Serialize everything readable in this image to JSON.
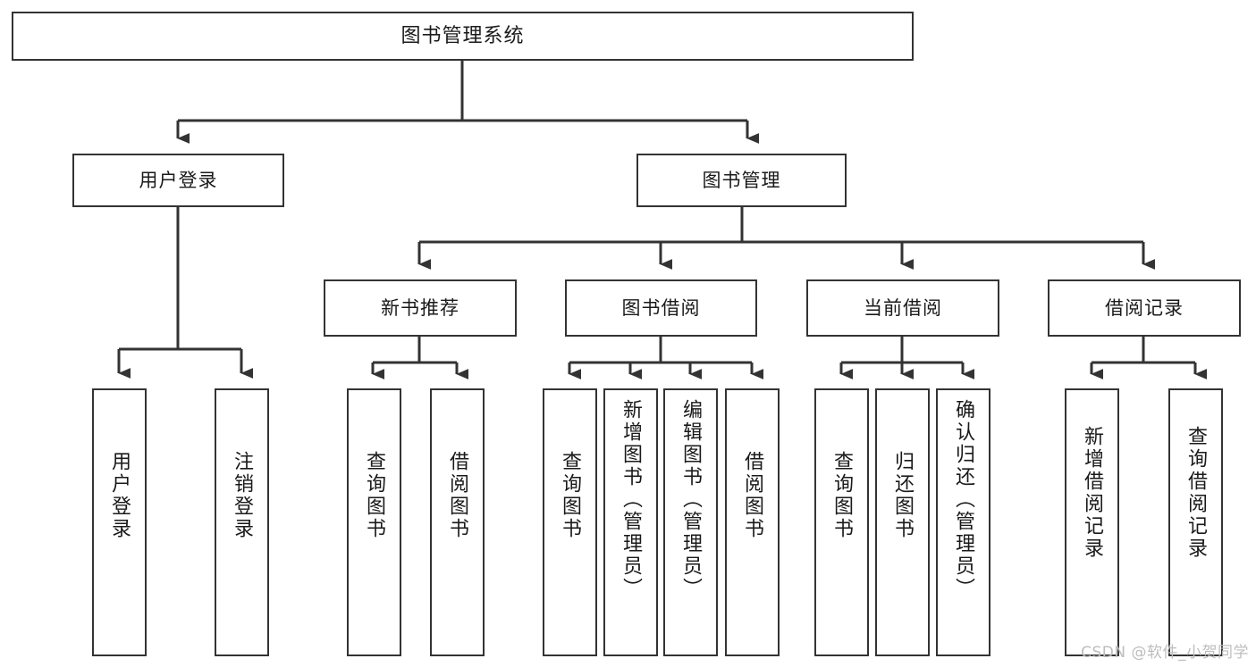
{
  "diagram": {
    "title": "图书管理系统",
    "type": "tree",
    "watermark": "CSDN @软件_小贺同学",
    "colors": {
      "stroke": "#333333",
      "fill": "#ffffff",
      "text": "#1a1a1a",
      "watermark": "#bdbdbd"
    },
    "nodes": {
      "root": {
        "label": "图书管理系统"
      },
      "level2": [
        {
          "id": "user-login",
          "label": "用户登录"
        },
        {
          "id": "book-manage",
          "label": "图书管理"
        }
      ],
      "level3": [
        {
          "id": "new-book-recommend",
          "label": "新书推荐"
        },
        {
          "id": "book-borrow",
          "label": "图书借阅"
        },
        {
          "id": "current-borrow",
          "label": "当前借阅"
        },
        {
          "id": "borrow-record",
          "label": "借阅记录"
        }
      ],
      "leaves": {
        "user_login": [
          {
            "id": "leaf-user-login",
            "label": "用户登录"
          },
          {
            "id": "leaf-logout-login",
            "label": "注销登录"
          }
        ],
        "new_book_recommend": [
          {
            "id": "leaf-query-book-1",
            "label": "查询图书"
          },
          {
            "id": "leaf-borrow-book-1",
            "label": "借阅图书"
          }
        ],
        "book_borrow": [
          {
            "id": "leaf-query-book-2",
            "label": "查询图书"
          },
          {
            "id": "leaf-add-book",
            "label": "新增图书（管理员）"
          },
          {
            "id": "leaf-edit-book",
            "label": "编辑图书（管理员）"
          },
          {
            "id": "leaf-borrow-book-2",
            "label": "借阅图书"
          }
        ],
        "current_borrow": [
          {
            "id": "leaf-query-book-3",
            "label": "查询图书"
          },
          {
            "id": "leaf-return-book",
            "label": "归还图书"
          },
          {
            "id": "leaf-confirm-return",
            "label": "确认归还（管理员）"
          }
        ],
        "borrow_record": [
          {
            "id": "leaf-add-borrow-record",
            "label": "新增借阅记录"
          },
          {
            "id": "leaf-query-borrow-record",
            "label": "查询借阅记录"
          }
        ]
      }
    }
  }
}
